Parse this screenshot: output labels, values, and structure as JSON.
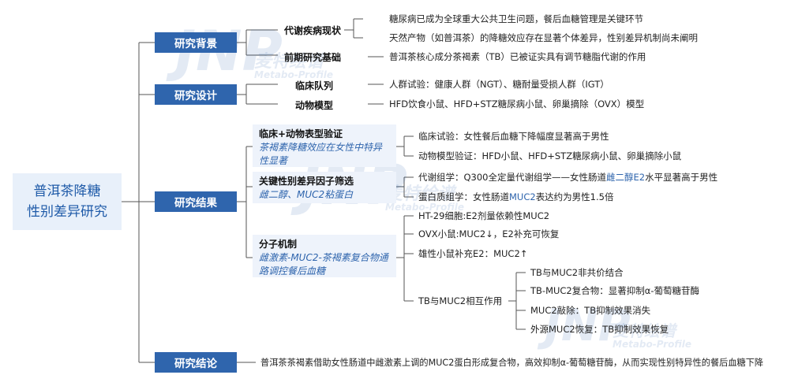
{
  "root": {
    "line1": "普洱茶降糖",
    "line2": "性别差异研究"
  },
  "watermark": {
    "mark": "JNP",
    "cn": "麦特绘谱",
    "en": "Metabo-Profile"
  },
  "background": {
    "label": "研究背景",
    "sub1": "代谢疾病现状",
    "sub1_leaf1": "糖尿病已成为全球重大公共卫生问题，餐后血糖管理是关键环节",
    "sub1_leaf2": "天然产物（如普洱茶）的降糖效应存在显著个体差异，性别差异机制尚未阐明",
    "sub2": "前期研究基础",
    "sub2_leaf": "普洱茶核心成分茶褐素（TB）已被证实具有调节糖脂代谢的作用"
  },
  "design": {
    "label": "研究设计",
    "sub1": "临床队列",
    "sub1_leaf": "人群试验：健康人群（NGT）、糖耐量受损人群（IGT）",
    "sub2": "动物模型",
    "sub2_leaf": "HFD饮食小鼠、HFD+STZ糖尿病小鼠、卵巢摘除（OVX）模型"
  },
  "results": {
    "label": "研究结果",
    "panel1_title": "临床+动物表型验证",
    "panel1_sub": "茶褐素降糖效应在女性中特异性显著",
    "panel1_leaf1": "临床试验：女性餐后血糖下降幅度显著高于男性",
    "panel1_leaf2": "动物模型验证：HFD小鼠、HFD+STZ糖尿病小鼠、卵巢摘除小鼠",
    "panel2_title": "关键性别差异因子筛选",
    "panel2_sub": "雌二醇、MUC2粘蛋白",
    "panel2_leaf1_a": "代谢组学：Q300全定量代谢组学——女性肠道",
    "panel2_leaf1_hl": "雌二醇E2",
    "panel2_leaf1_b": "水平显著高于男性",
    "panel2_leaf2_a": "蛋白质组学：女性肠道",
    "panel2_leaf2_hl": "MUC2",
    "panel2_leaf2_b": "表达约为男性1.5倍",
    "panel3_title": "分子机制",
    "panel3_sub": "雌激素-MUC2-茶褐素复合物通路调控餐后血糖",
    "panel3_leaf1": "HT-29细胞:E2剂量依赖性MUC2",
    "panel3_leaf2": "OVX小鼠:MUC2↓，E2补充可恢复",
    "panel3_leaf3": "雄性小鼠补充E2：MUC2↑",
    "panel3_leaf4": "TB与MUC2相互作用",
    "interact1": "TB与MUC2非共价结合",
    "interact2": "TB-MUC2复合物：显著抑制α-葡萄糖苷酶",
    "interact3": "MUC2敲除：TB抑制效果消失",
    "interact4": "外源MUC2恢复：TB抑制效果恢复"
  },
  "conclusion": {
    "label": "研究结论",
    "text": "普洱茶茶褐素借助女性肠道中雌激素上调的MUC2蛋白形成复合物，高效抑制α-葡萄糖苷酶，从而实现性别特异性的餐后血糖下降"
  },
  "colors": {
    "accent": "#2f65ad",
    "panel_bg": "#eef3fb",
    "root_bg": "#e8f0fa"
  }
}
